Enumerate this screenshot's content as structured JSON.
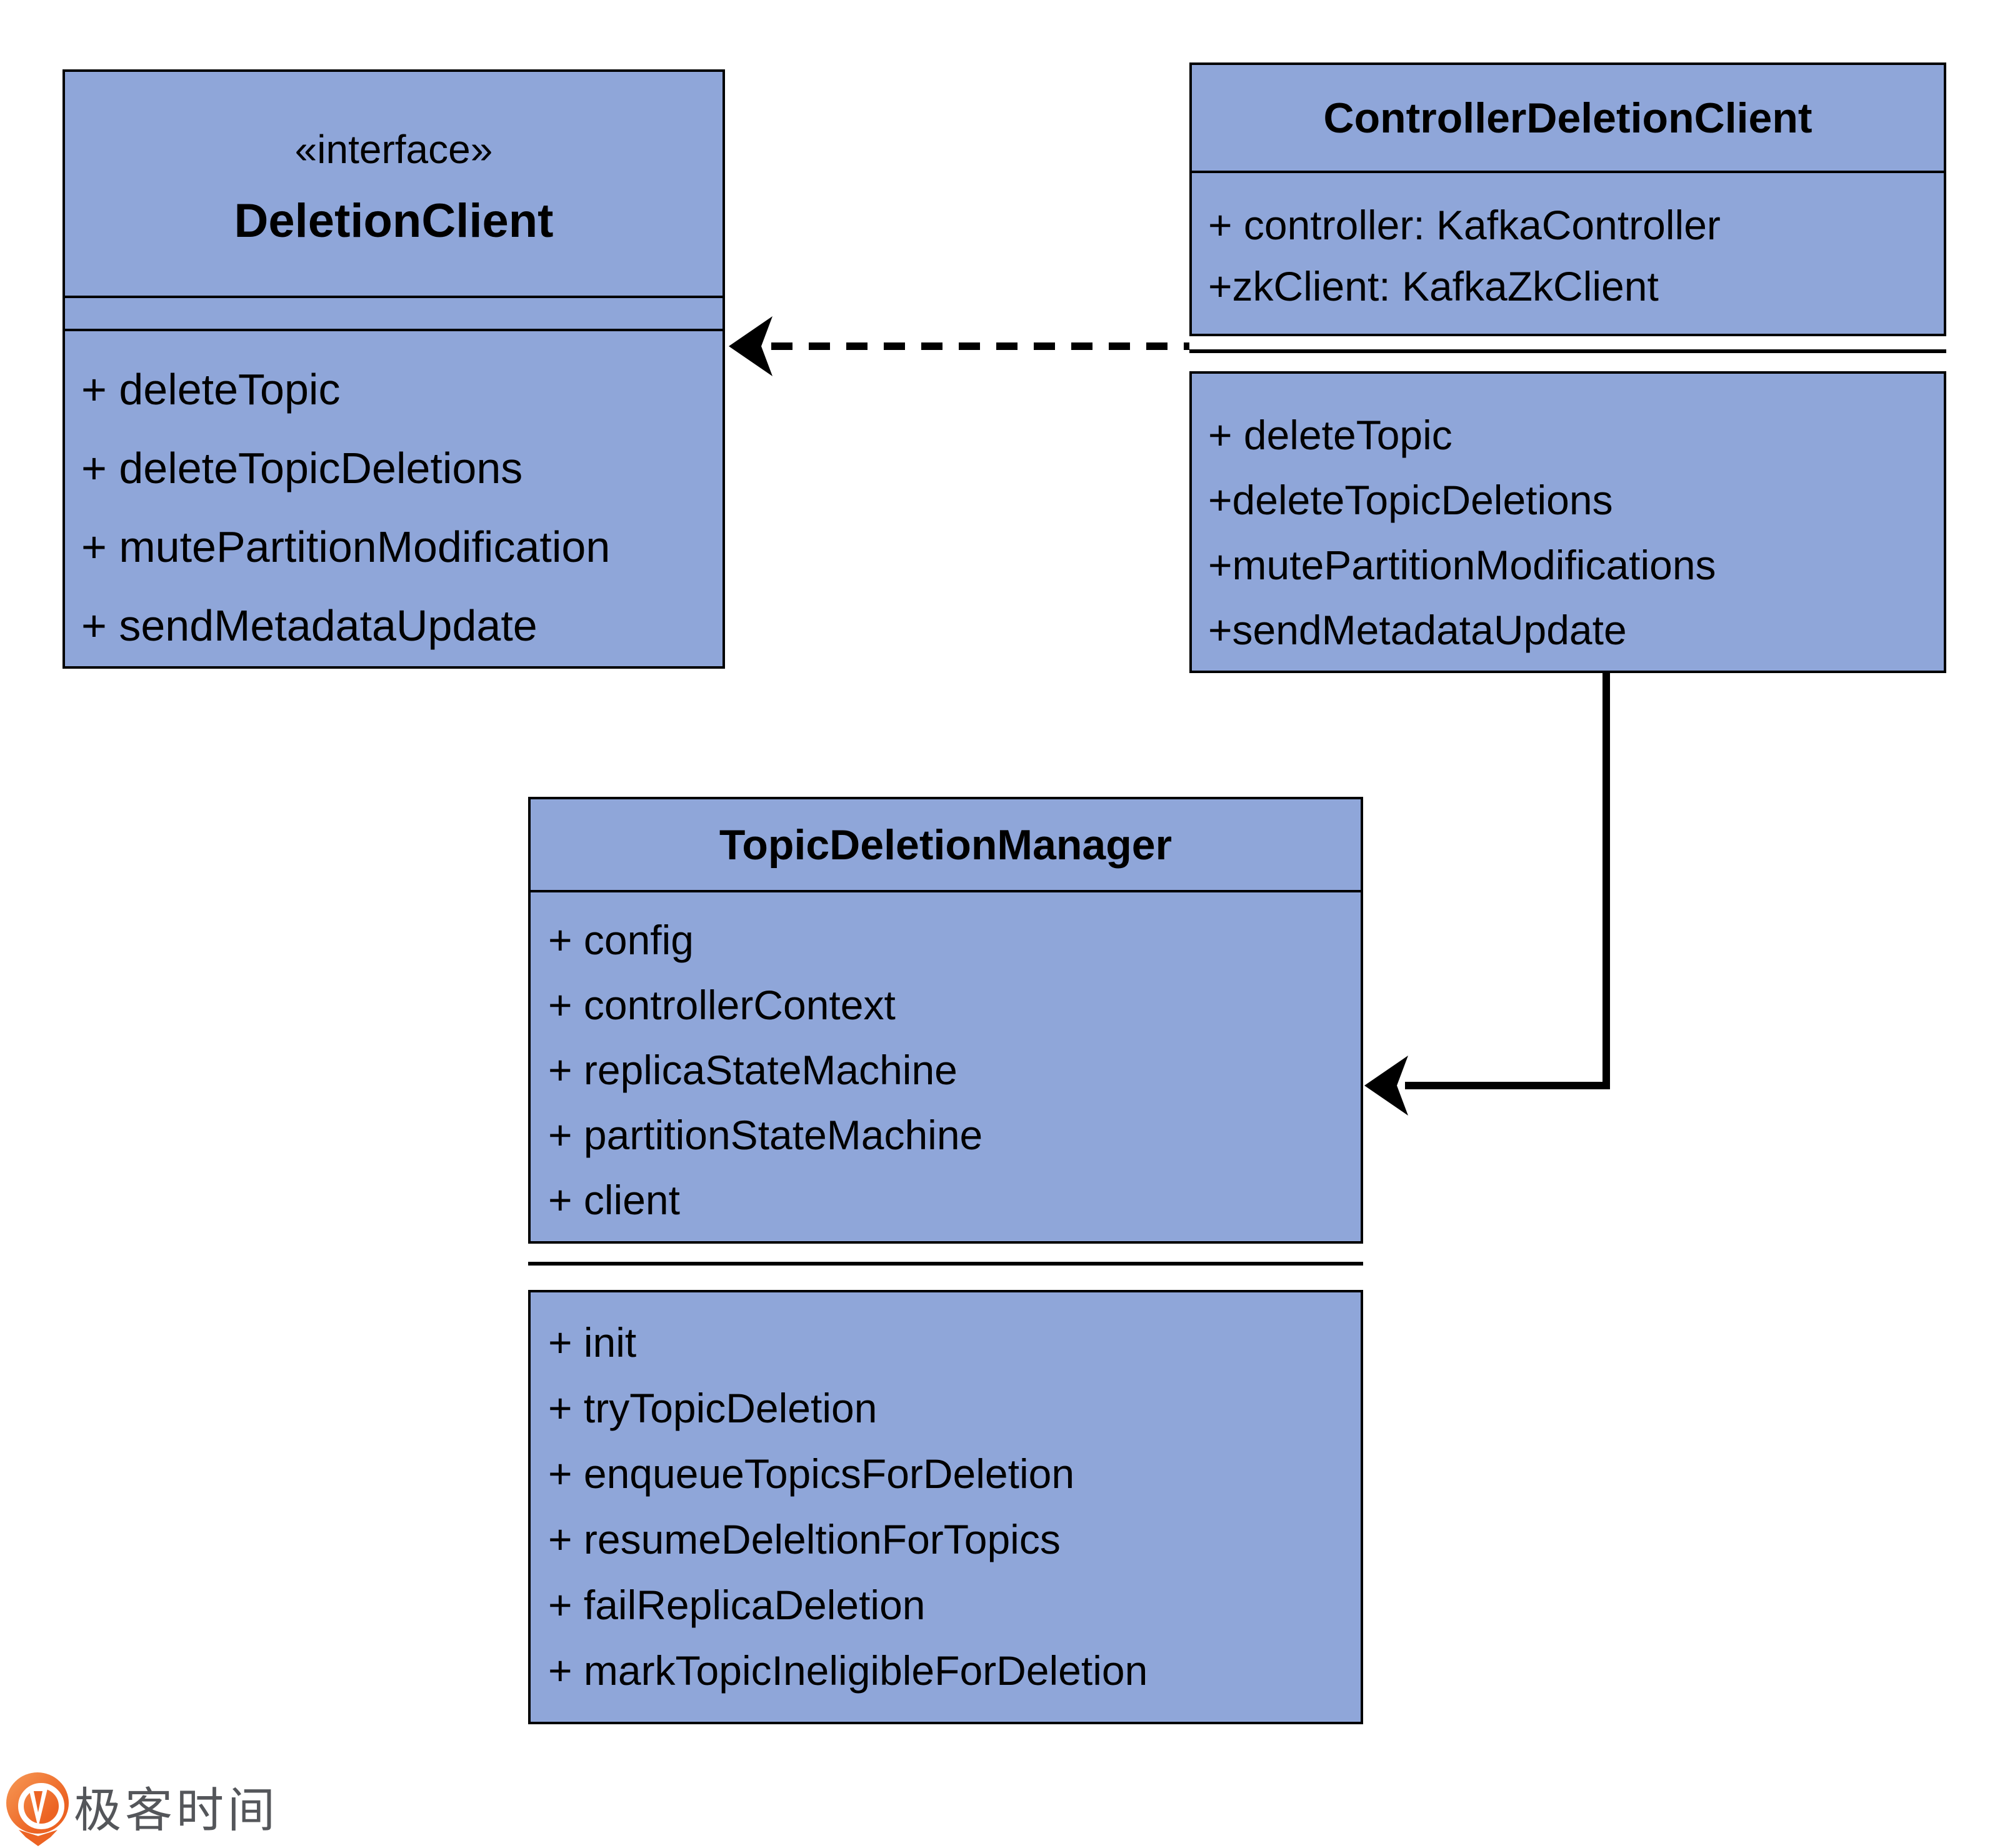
{
  "diagram": {
    "background_color": "#ffffff",
    "box_fill_color": "#8FA6D9",
    "border_color": "#000000",
    "classes": [
      {
        "id": "deletion-client",
        "stereotype": "«interface»",
        "name": "DeletionClient",
        "attributes": [],
        "methods": [
          "+ deleteTopic",
          "+ deleteTopicDeletions",
          "+ mutePartitionModification",
          "+ sendMetadataUpdate"
        ]
      },
      {
        "id": "controller-deletion-client",
        "stereotype": "",
        "name": "ControllerDeletionClient",
        "attributes": [
          "+ controller: KafkaController",
          "+zkClient: KafkaZkClient"
        ],
        "methods": [
          "+ deleteTopic",
          "+deleteTopicDeletions",
          "+mutePartitionModifications",
          "+sendMetadataUpdate"
        ]
      },
      {
        "id": "topic-deletion-manager",
        "stereotype": "",
        "name": "TopicDeletionManager",
        "attributes": [
          "+ config",
          "+ controllerContext",
          "+ replicaStateMachine",
          "+ partitionStateMachine",
          "+ client"
        ],
        "methods": [
          "+ init",
          "+ tryTopicDeletion",
          "+ enqueueTopicsForDeletion",
          "+ resumeDeleltionForTopics",
          "+ failReplicaDeletion",
          "+ markTopicIneligibleForDeletion"
        ]
      }
    ],
    "relations": [
      {
        "type": "dashed-realization-arrow",
        "from": "ControllerDeletionClient",
        "to": "DeletionClient"
      },
      {
        "type": "solid-association-arrow",
        "from": "ControllerDeletionClient",
        "to": "TopicDeletionManager"
      }
    ]
  },
  "footer": {
    "logo_text": "极客时间",
    "logo_orange": "#EC6323",
    "text_color": "#54565A"
  }
}
